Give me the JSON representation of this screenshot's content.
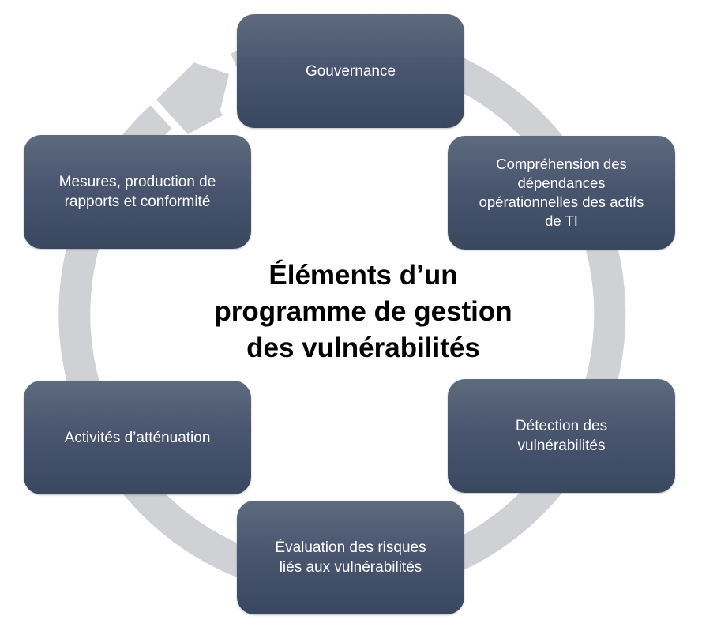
{
  "diagram": {
    "title": "Éléments d’un\nprogramme de gestion\ndes vulnérabilités",
    "type": "cycle",
    "colors": {
      "box_top": "#5e6a7d",
      "box_bottom": "#39475f",
      "box_text": "#ffffff",
      "ring": "#d0d1d5",
      "title_text": "#000000",
      "background": "#ffffff"
    },
    "steps": [
      {
        "id": "governance",
        "label": "Gouvernance"
      },
      {
        "id": "dependencies",
        "label": "Compréhension des\ndépendances\nopérationnelles des actifs\nde TI"
      },
      {
        "id": "detection",
        "label": "Détection des\nvulnérabilités"
      },
      {
        "id": "risk-assessment",
        "label": "Évaluation des risques\nliés aux vulnérabilités"
      },
      {
        "id": "mitigation",
        "label": "Activités d’atténuation"
      },
      {
        "id": "measures",
        "label": "Mesures, production de\nrapports et conformité"
      }
    ],
    "cycle_direction": "clockwise",
    "arrow": {
      "points_to": "governance",
      "from": "measures"
    }
  }
}
